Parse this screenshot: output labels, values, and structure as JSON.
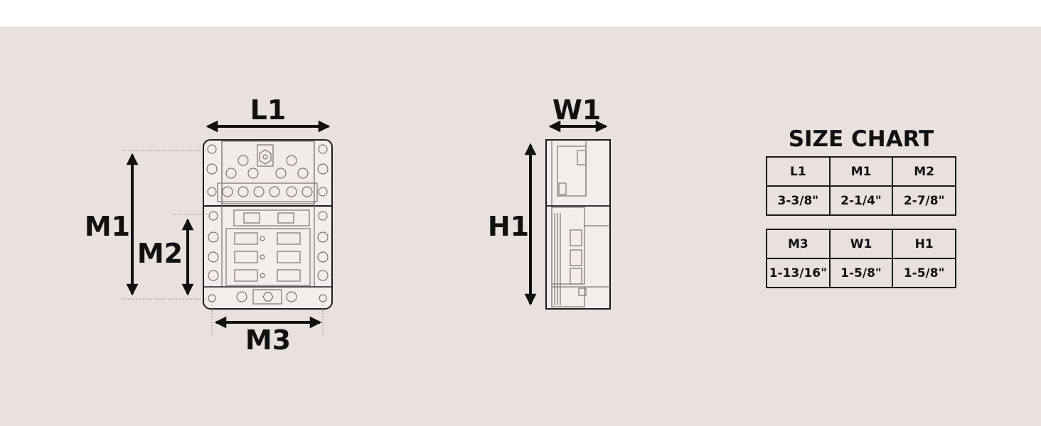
{
  "colors": {
    "background": "#e8e1de",
    "top_bar": "#ffffff",
    "ink": "#111111",
    "device_line": "#7a7371",
    "device_fill": "#f3eeec"
  },
  "labels": {
    "l1": "L1",
    "m1": "M1",
    "m2": "M2",
    "m3": "M3",
    "w1": "W1",
    "h1": "H1"
  },
  "size_chart": {
    "title": "SIZE CHART",
    "table1": {
      "headers": [
        "L1",
        "M1",
        "M2"
      ],
      "values": [
        "3-3/8\"",
        "2-1/4\"",
        "2-7/8\""
      ]
    },
    "table2": {
      "headers": [
        "M3",
        "W1",
        "H1"
      ],
      "values": [
        "1-13/16\"",
        "1-5/8\"",
        "1-5/8\""
      ]
    }
  }
}
